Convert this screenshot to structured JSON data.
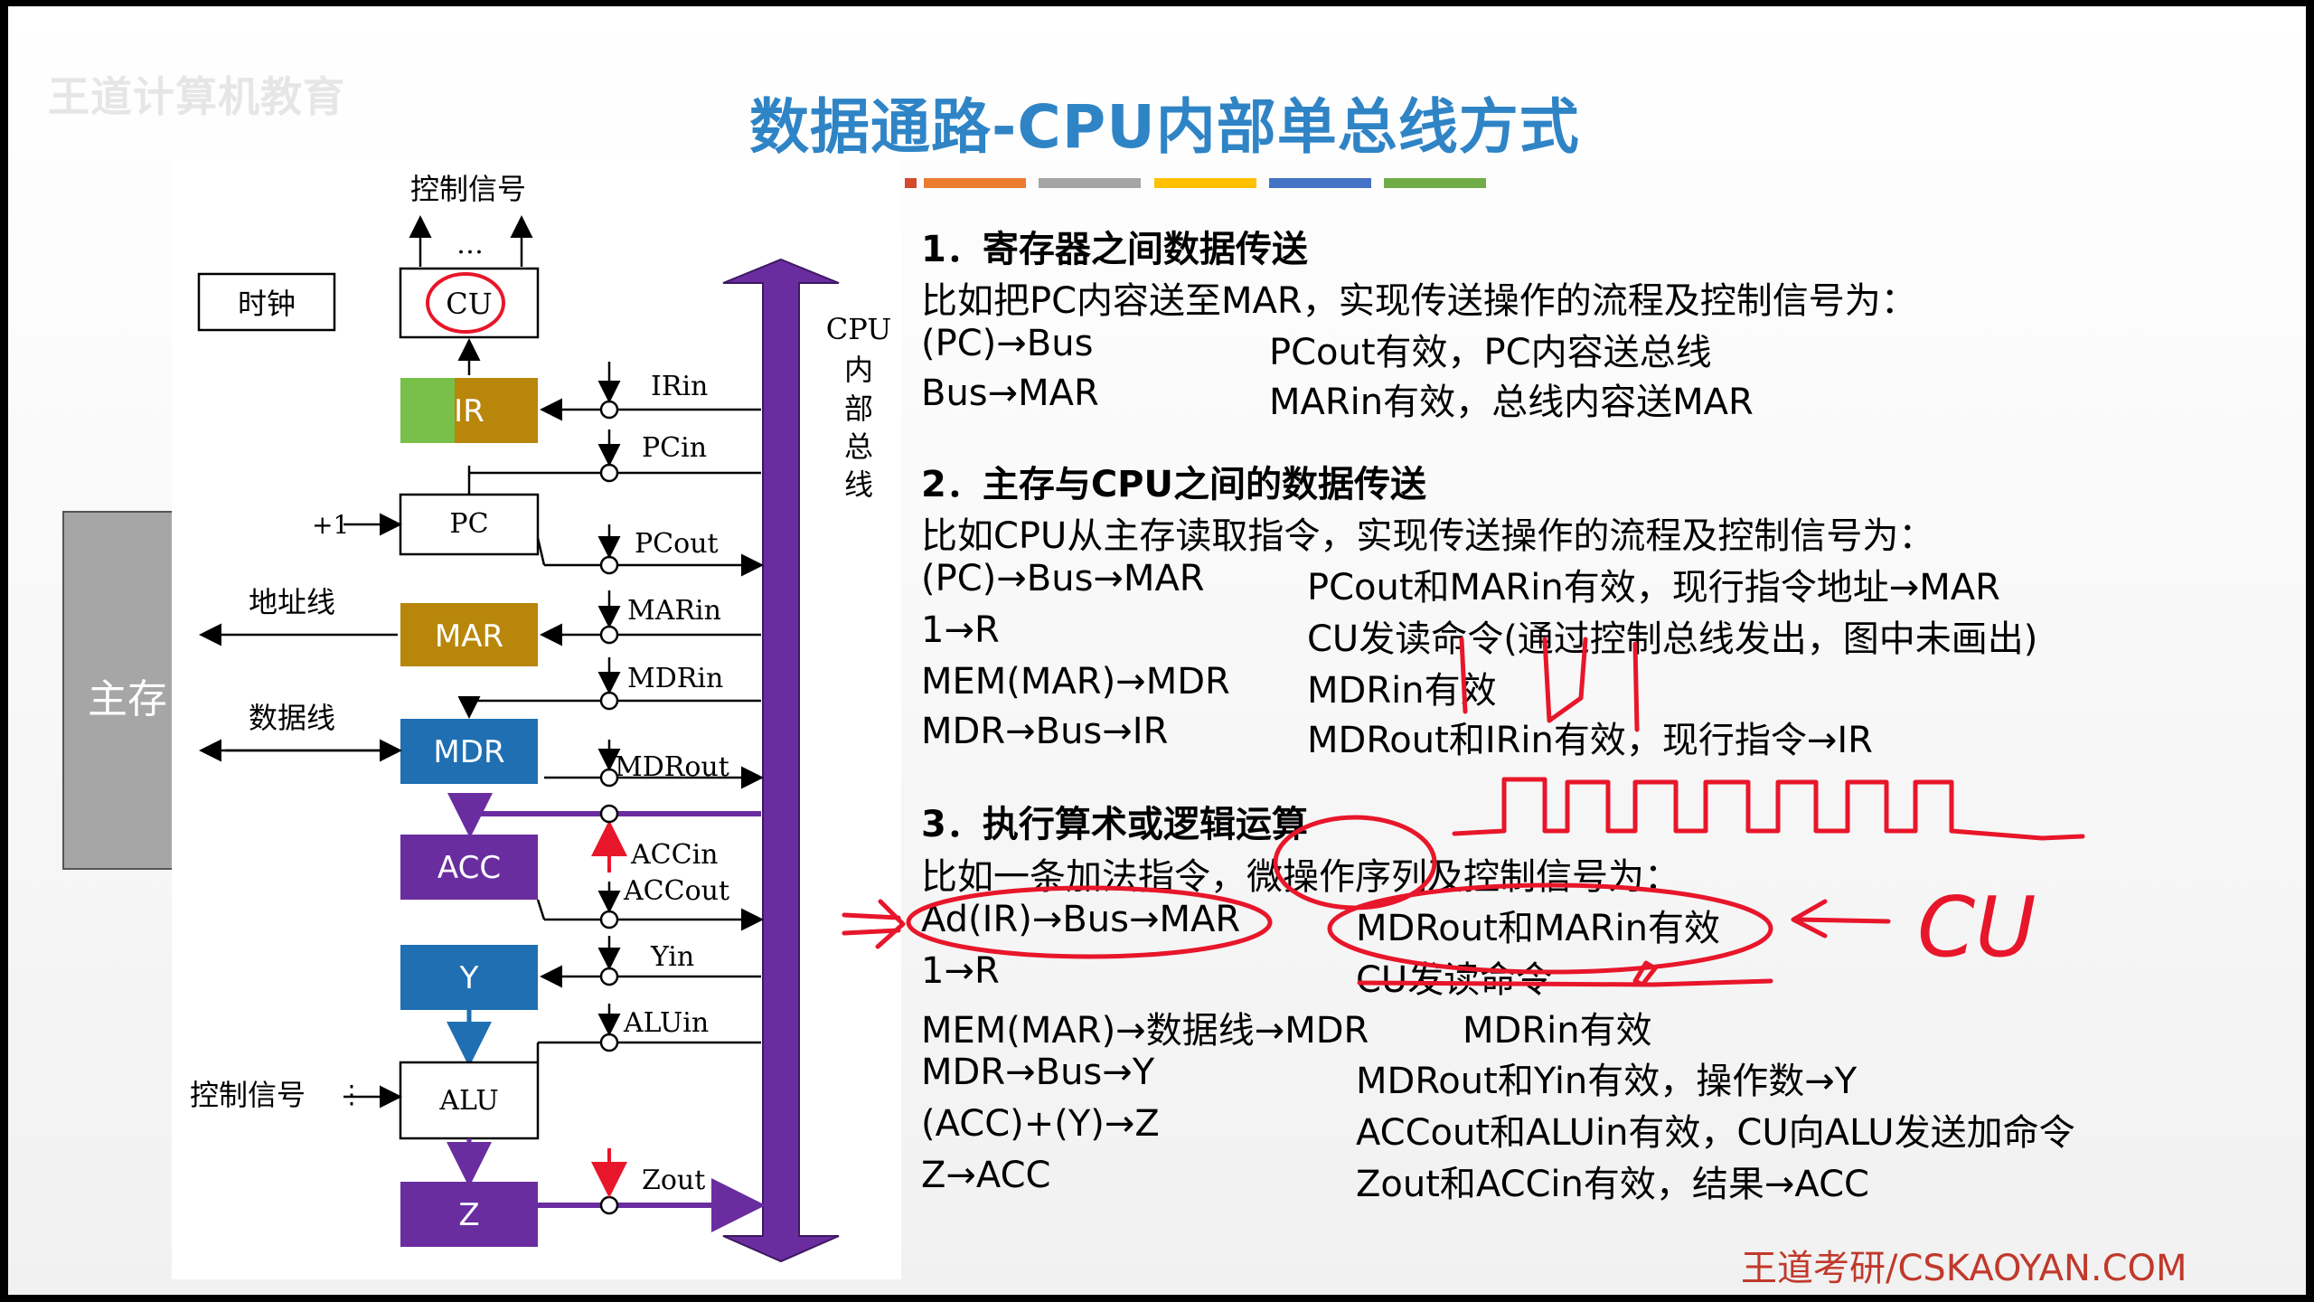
{
  "watermark": "王道计算机教育",
  "title": "数据通路-CPU内部单总线方式",
  "footer": "王道考研/CSKAOYAN.COM",
  "colors": {
    "title": "#2f84c6",
    "bus": "#6a2da0",
    "red_ink": "#e8162a",
    "footer": "#c0392b"
  },
  "diagram": {
    "control_signal_top": "控制信号",
    "dots": "…",
    "clock": "时钟",
    "cu": "CU",
    "ir": "IR",
    "pc": "PC",
    "plus_one": "+1",
    "mar": "MAR",
    "mdr": "MDR",
    "acc": "ACC",
    "y": "Y",
    "alu": "ALU",
    "z": "Z",
    "address_line": "地址线",
    "data_line": "数据线",
    "control_signal_left": "控制信号",
    "main_memory": "主存",
    "bus_label": [
      "CPU",
      "内",
      "部",
      "总",
      "线"
    ],
    "signals": {
      "irin": "IRin",
      "pcin": "PCin",
      "pcout": "PCout",
      "marin": "MARin",
      "mdrin": "MDRin",
      "mdrout": "MDRout",
      "accin": "ACCin",
      "accout": "ACCout",
      "yin": "Yin",
      "aluin": "ALUin",
      "zout": "Zout"
    }
  },
  "sections": {
    "s1": {
      "heading": "1．寄存器之间数据传送",
      "intro": "比如把PC内容送至MAR，实现传送操作的流程及控制信号为：",
      "rows": [
        {
          "op": "(PC)→Bus",
          "sig": "PCout有效，PC内容送总线"
        },
        {
          "op": "Bus→MAR",
          "sig": "MARin有效，总线内容送MAR"
        }
      ]
    },
    "s2": {
      "heading": "2．主存与CPU之间的数据传送",
      "intro": "比如CPU从主存读取指令，实现传送操作的流程及控制信号为：",
      "rows": [
        {
          "op": "(PC)→Bus→MAR",
          "sig": "PCout和MARin有效，现行指令地址→MAR"
        },
        {
          "op": "1→R",
          "sig": "CU发读命令(通过控制总线发出，图中未画出)"
        },
        {
          "op": "MEM(MAR)→MDR",
          "sig": "MDRin有效"
        },
        {
          "op": "MDR→Bus→IR",
          "sig": "MDRout和IRin有效，现行指令→IR"
        }
      ]
    },
    "s3": {
      "heading": "3．执行算术或逻辑运算",
      "intro": "比如一条加法指令，微操作序列及控制信号为：",
      "rows": [
        {
          "op": "Ad(IR)→Bus→MAR",
          "sig": "MDRout和MARin有效"
        },
        {
          "op": "1→R",
          "sig": "CU发读命令"
        },
        {
          "op": "MEM(MAR)→数据线→MDR",
          "sig": "MDRin有效"
        },
        {
          "op": "MDR→Bus→Y",
          "sig": "MDRout和Yin有效，操作数→Y"
        },
        {
          "op": "(ACC)+(Y)→Z",
          "sig": "ACCout和ALUin有效，CU向ALU发送加命令"
        },
        {
          "op": "Z→ACC",
          "sig": "Zout和ACCin有效，结果→ACC"
        }
      ]
    }
  },
  "annotation": {
    "handwritten": "CU"
  }
}
